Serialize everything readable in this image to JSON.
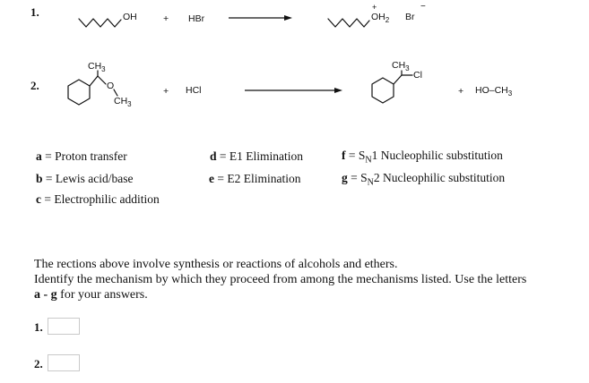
{
  "reactions": [
    {
      "number": "1.",
      "reactant_oh": "OH",
      "plus1": "+",
      "reagent": "HBr",
      "product_oh2": "OH",
      "product_oh2_sub": "2",
      "product_charge": "+",
      "counter_ion": "Br",
      "counter_charge": "−"
    },
    {
      "number": "2.",
      "reactant_ch3_top": "CH",
      "reactant_ch3_top_sub": "3",
      "reactant_o": "O",
      "reactant_ch3_bottom": "CH",
      "reactant_ch3_bottom_sub": "3",
      "plus1": "+",
      "reagent": "HCl",
      "product_ch3": "CH",
      "product_ch3_sub": "3",
      "product_cl": "Cl",
      "plus2": "+",
      "byproduct": "HO–CH",
      "byproduct_sub": "3"
    }
  ],
  "mechanisms": [
    {
      "letter": "a",
      "eq": " = ",
      "text": "Proton transfer"
    },
    {
      "letter": "b",
      "eq": " = ",
      "text": "Lewis acid/base"
    },
    {
      "letter": "c",
      "eq": " = ",
      "text": "Electrophilic addition"
    },
    {
      "letter": "d",
      "eq": " = ",
      "text": "E1 Elimination"
    },
    {
      "letter": "e",
      "eq": " = ",
      "text": "E2 Elimination"
    },
    {
      "letter": "f",
      "eq": " = S",
      "sub": "N",
      "text": "1 Nucleophilic substitution"
    },
    {
      "letter": "g",
      "eq": " = S",
      "sub": "N",
      "text": "2 Nucleophilic substitution"
    }
  ],
  "instructions": {
    "line1": "The rections above involve synthesis or reactions of alcohols and ethers.",
    "line2": "Identify the mechanism by which they proceed from among the mechanisms listed. Use the letters",
    "line3_bold": "a - g",
    "line3_rest": " for your answers."
  },
  "answers": [
    {
      "label": "1.",
      "value": ""
    },
    {
      "label": "2.",
      "value": ""
    }
  ]
}
